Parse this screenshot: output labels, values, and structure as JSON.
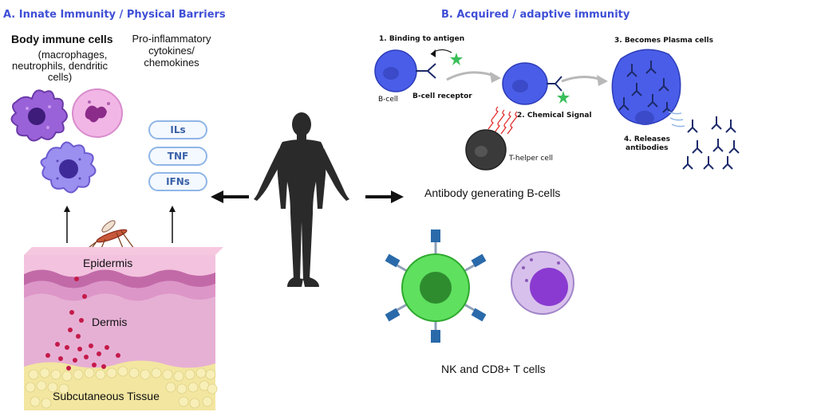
{
  "innate": {
    "heading": "A. Innate Immunity / Physical Barriers",
    "body_cells_title": "Body immune cells",
    "body_cells_detail": [
      "(macrophages,",
      "neutrophils, dendritic",
      "cells)"
    ],
    "cytokines_title": [
      "Pro-inflammatory",
      "cytokines/",
      "chemokines"
    ],
    "cytokines": [
      "ILs",
      "TNF",
      "IFNs"
    ],
    "skin_layers": [
      "Epidermis",
      "Dermis",
      "Subcutaneous Tissue"
    ]
  },
  "adaptive": {
    "heading": "B. Acquired / adaptive immunity",
    "steps": [
      "1. Binding to antigen",
      "2. Chemical Signal",
      "3. Becomes Plasma cells",
      "4. Releases",
      "antibodies"
    ],
    "labels": {
      "b_cell": "B-cell",
      "b_cell_receptor": "B-cell receptor",
      "t_helper": "T-helper cell"
    },
    "antibody_caption": "Antibody generating B-cells",
    "nk_caption": "NK and CD8+ T cells"
  },
  "colors": {
    "heading": "#3f4fd6",
    "b_cell": "#4a5de8",
    "nk_cell": "#5fe05f",
    "skin_dermis": "#e6b0d4",
    "subcutaneous": "#f2e6a0"
  }
}
